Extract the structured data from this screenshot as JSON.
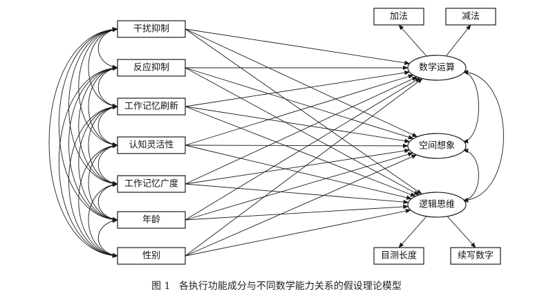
{
  "predictors": [
    {
      "key": "p1",
      "label": "干扰抑制"
    },
    {
      "key": "p2",
      "label": "反应抑制"
    },
    {
      "key": "p3",
      "label": "工作记忆刷新"
    },
    {
      "key": "p4",
      "label": "认知灵活性"
    },
    {
      "key": "p5",
      "label": "工作记忆广度"
    },
    {
      "key": "p6",
      "label": "年龄"
    },
    {
      "key": "p7",
      "label": "性别"
    }
  ],
  "latents": [
    {
      "key": "l1",
      "label": "数学运算"
    },
    {
      "key": "l2",
      "label": "空间想象"
    },
    {
      "key": "l3",
      "label": "逻辑思维"
    }
  ],
  "indicators": [
    {
      "key": "i1",
      "label": "加法",
      "of": "l1"
    },
    {
      "key": "i2",
      "label": "减法",
      "of": "l1"
    },
    {
      "key": "i3",
      "label": "目测长度",
      "of": "l3"
    },
    {
      "key": "i4",
      "label": "续写数字",
      "of": "l3"
    }
  ],
  "caption": {
    "figure_no": "图 1",
    "title": "各执行功能成分与不同数学能力关系的假设理论模型"
  }
}
